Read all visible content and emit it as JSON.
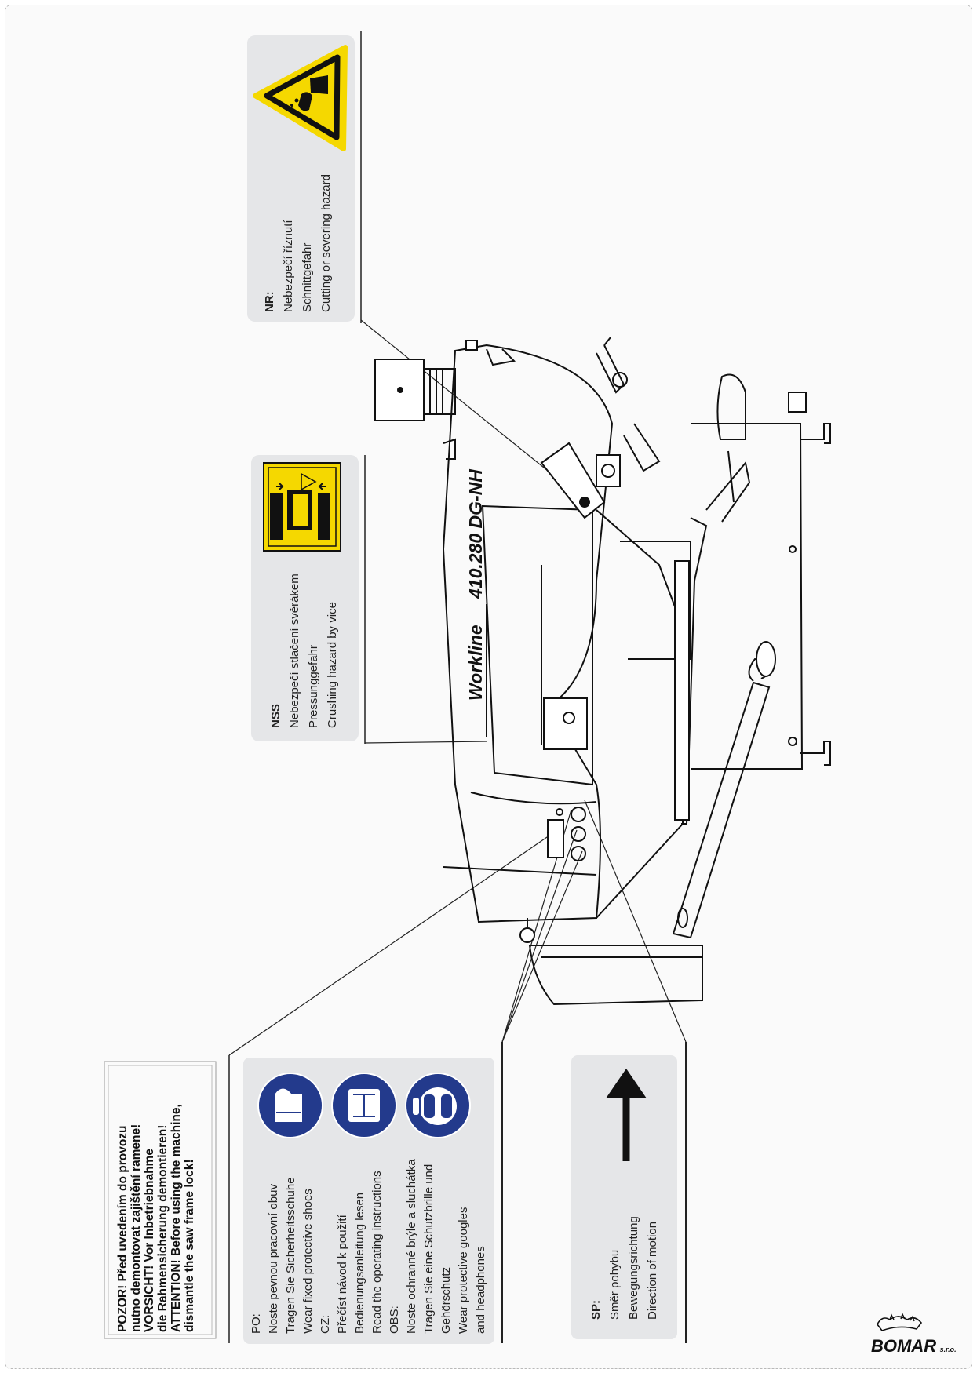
{
  "labels": {
    "nr": {
      "title": "NR:",
      "lines": [
        "Nebezpečí říznutí",
        "Schnittgefahr",
        "Cutting or severing hazard"
      ]
    },
    "nss": {
      "title": "NSS",
      "lines": [
        "Nebezpečí stlačení svěrákem",
        "Pressunggefahr",
        "Crushing hazard by vice"
      ]
    },
    "warning": {
      "lines": [
        "POZOR! Před uvedením do provozu",
        "nutno demontovat zajištění ramene!",
        "VORSICHT! Vor Inbetriebnahme",
        "die Rahmensicherung demontieren!",
        "ATTENTION! Before using the machine,",
        "dismantle the saw frame lock!"
      ]
    },
    "ppe": {
      "po_title": "PO:",
      "po_lines": [
        "Noste pevnou pracovní obuv",
        "Tragen Sie Sicherheitsschuhe",
        "Wear fixed protective shoes"
      ],
      "cz_title": "CZ:",
      "cz_lines": [
        "Přečíst návod k použití",
        "Bedienungsanleitung lesen",
        "Read the operating instructions"
      ],
      "obs_title": "OBS:",
      "obs_lines": [
        "Noste ochranné brýle a sluchátka",
        "Tragen Sie eine Schutzbrille und",
        "Gehörschutz",
        "Wear protective googles",
        "and headphones"
      ]
    },
    "sp": {
      "title": "SP:",
      "lines": [
        "Směr pohybu",
        "Bewegungsrichtung",
        "Direction of motion"
      ]
    }
  },
  "machine": {
    "series": "Workline",
    "model": "410.280 DG-NH"
  },
  "icons": {
    "cutting_hazard": "hand-cutting-hazard-icon",
    "crushing_hazard": "hand-crushing-hazard-icon",
    "shoes": "safety-shoes-icon",
    "manual": "read-manual-icon",
    "goggles_headphones": "goggles-headphones-icon",
    "arrow": "direction-arrow-icon"
  },
  "colors": {
    "warning_yellow": "#f5d800",
    "mandatory_blue": "#233a8c",
    "panel_gray": "#e5e6e8"
  },
  "brand": {
    "name": "BOMAR",
    "suffix": "s.r.o."
  }
}
